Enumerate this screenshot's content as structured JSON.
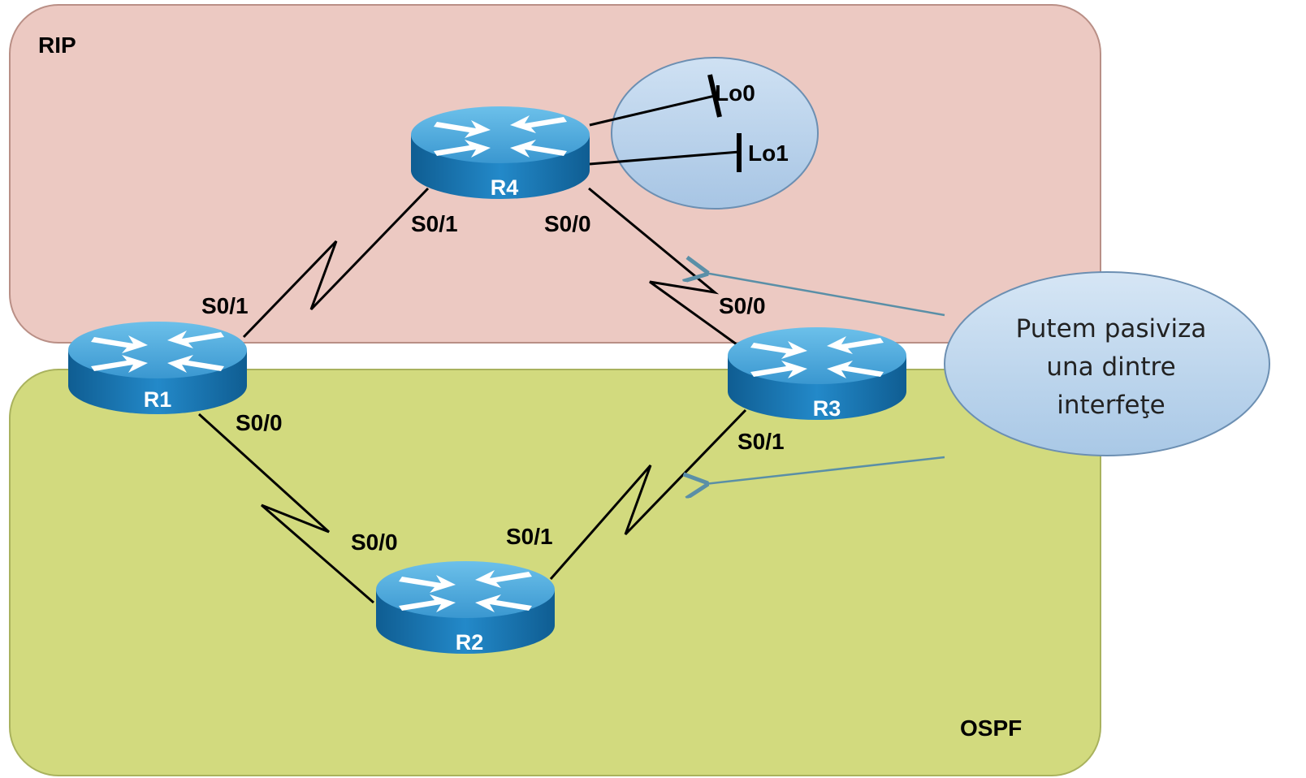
{
  "zones": {
    "rip": {
      "label": "RIP",
      "color": "#ecc9c2"
    },
    "ospf": {
      "label": "OSPF",
      "color": "#d2da7e"
    }
  },
  "routers": {
    "r1": {
      "name": "R1",
      "icon": "router-icon"
    },
    "r2": {
      "name": "R2",
      "icon": "router-icon"
    },
    "r3": {
      "name": "R3",
      "icon": "router-icon"
    },
    "r4": {
      "name": "R4",
      "icon": "router-icon"
    }
  },
  "loopbacks": {
    "lo0": "Lo0",
    "lo1": "Lo1"
  },
  "interfaces": {
    "r4_s01": "S0/1",
    "r4_s00": "S0/0",
    "r1_s01": "S0/1",
    "r1_s00": "S0/0",
    "r3_s00": "S0/0",
    "r3_s01": "S0/1",
    "r2_s00": "S0/0",
    "r2_s01": "S0/1"
  },
  "callout": {
    "line1": "Putem pasiviza",
    "line2": "una dintre",
    "line3": "interfeţe"
  },
  "colors": {
    "router_body": "#1d7fbf",
    "router_top": "#4aa8db",
    "arrow": "#5a8fa7",
    "callout_fill": "#b9d4ec"
  }
}
